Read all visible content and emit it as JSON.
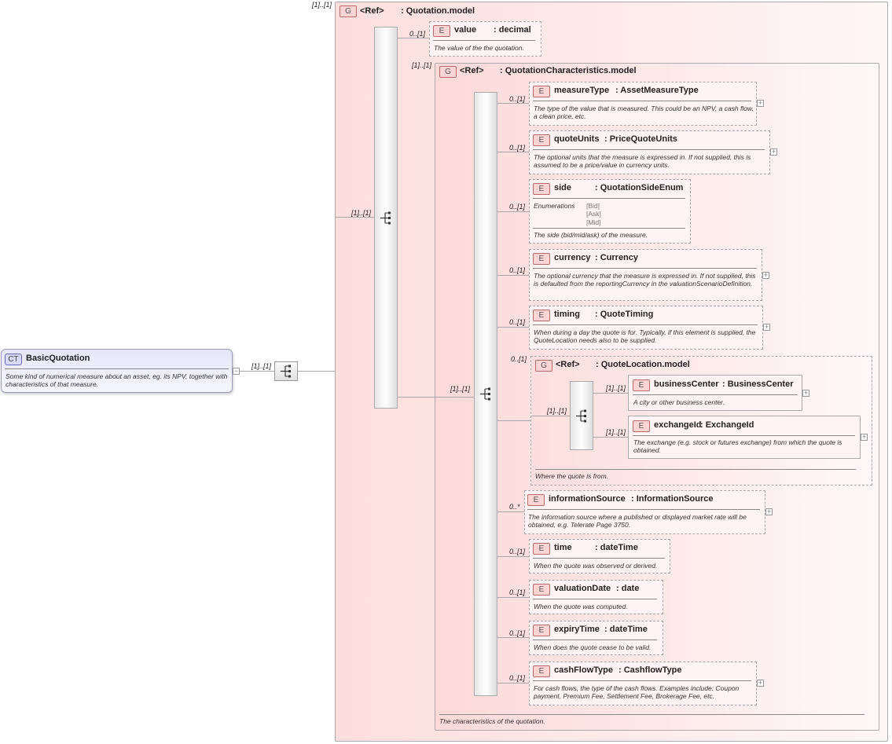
{
  "root": {
    "badge": "CT",
    "name": "BasicQuotation",
    "description": "Some kind of numerical measure about an asset, eg. its NPV, together with characteristics of that measure.",
    "sequence_card": "[1]..[1]"
  },
  "quotation_model": {
    "card_top": "[1]..[1]",
    "badge": "G",
    "ref": "<Ref>",
    "type": ": Quotation.model",
    "sequence_card": "[1]..[1]"
  },
  "value_el": {
    "card": "0..[1]",
    "badge": "E",
    "name": "value",
    "type": ": decimal",
    "description": "The value of the the quotation."
  },
  "qc_model": {
    "card": "[1]..[1]",
    "badge": "G",
    "ref": "<Ref>",
    "type": ": QuotationCharacteristics.model",
    "sequence_card": "[1]..[1]",
    "footer": "The characteristics of the quotation."
  },
  "elements": {
    "measureType": {
      "card": "0..[1]",
      "badge": "E",
      "name": "measureType",
      "type": ": AssetMeasureType",
      "description": "The type of the value that is measured. This could be an NPV, a cash flow, a clean price, etc."
    },
    "quoteUnits": {
      "card": "0..[1]",
      "badge": "E",
      "name": "quoteUnits",
      "type": ": PriceQuoteUnits",
      "description": "The optional units that the measure is expressed in. If not supplied, this is assumed to be a price/value in currency units."
    },
    "side": {
      "card": "0..[1]",
      "badge": "E",
      "name": "side",
      "type": ": QuotationSideEnum",
      "enum_label": "Enumerations",
      "enums": [
        "[Bid]",
        "[Ask]",
        "[Mid]"
      ],
      "description": "The side (bid/mid/ask) of the measure."
    },
    "currency": {
      "card": "0..[1]",
      "badge": "E",
      "name": "currency",
      "type": ": Currency",
      "description": "The optional currency that the measure is expressed in. If not supplied, this is defaulted from the reportingCurrency in the valuationScenarioDefinition."
    },
    "timing": {
      "card": "0..[1]",
      "badge": "E",
      "name": "timing",
      "type": ": QuoteTiming",
      "description": "When during a day the quote is for. Typically, if this element is supplied, the QuoteLocation needs also to be supplied."
    },
    "informationSource": {
      "card": "0..*",
      "badge": "E",
      "name": "informationSource",
      "type": ": InformationSource",
      "description": "The information source where a published or displayed market rate will be obtained, e.g. Telerate Page 3750."
    },
    "time": {
      "card": "0..[1]",
      "badge": "E",
      "name": "time",
      "type": ": dateTime",
      "description": "When the quote was observed or derived."
    },
    "valuationDate": {
      "card": "0..[1]",
      "badge": "E",
      "name": "valuationDate",
      "type": ": date",
      "description": "When the quote was computed."
    },
    "expiryTime": {
      "card": "0..[1]",
      "badge": "E",
      "name": "expiryTime",
      "type": ": dateTime",
      "description": "When does the quote cease to be valid."
    },
    "cashFlowType": {
      "card": "0..[1]",
      "badge": "E",
      "name": "cashFlowType",
      "type": ": CashflowType",
      "description": "For cash flows, the type of the cash flows. Examples include: Coupon payment, Premium Fee, Settlement Fee, Brokerage Fee, etc."
    }
  },
  "quote_location": {
    "card": "0..[1]",
    "badge": "G",
    "ref": "<Ref>",
    "type": ": QuoteLocation.model",
    "sequence_card": "[1]..[1]",
    "footer": "Where the quote is from.",
    "businessCenter": {
      "card": "[1]..[1]",
      "badge": "E",
      "name": "businessCenter",
      "type": ": BusinessCenter",
      "description": "A city or other business center."
    },
    "exchangeId": {
      "card": "[1]..[1]",
      "badge": "E",
      "name": "exchangeId",
      "type": ": ExchangeId",
      "description": "The exchange (e.g. stock or futures exchange) from which the quote is obtained."
    }
  },
  "colors": {
    "group_bg": "#fde3e3",
    "element_bg": "#fff3f3",
    "ct_bg": "#e8e8fb",
    "badge_e": "#fbd4d4"
  },
  "icons": {
    "sequence": "sequence-compositor-icon",
    "expand": "expand-plus-icon"
  }
}
